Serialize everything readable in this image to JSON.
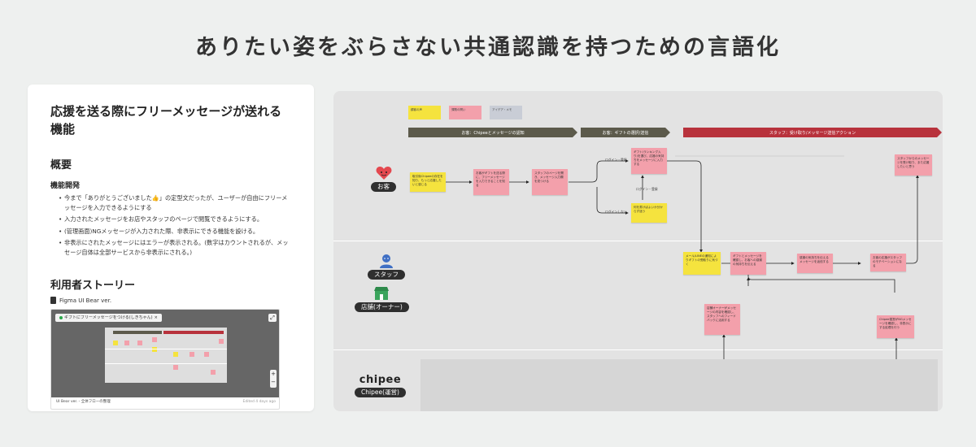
{
  "headline": "ありたい姿をぶらさない共通認識を持つための言語化",
  "doc": {
    "title": "応援を送る際にフリーメッセージが送れる機能",
    "overview_heading": "概要",
    "feature_heading": "機能開発",
    "bullets": [
      "今まで「ありがとうございました👍」の定型文だったが、ユーザーが自由にフリーメッセージを入力できるようにする",
      "入力されたメッセージをお店やスタッフのページで閲覧できるようにする。",
      "(管理画面)NGメッセージが入力された際、非表示にできる機能を設ける。",
      "非表示にされたメッセージにはエラーが表示される。(数字はカウントされるが、メッセージ自体は全部サービスから非表示にされる。)"
    ],
    "user_story_heading": "利用者ストーリー",
    "figma_link": "Figma UI Bear ver.",
    "embed": {
      "chip": "ギフトにフリーメッセージをつける(しきちゃん)",
      "chip_close": "×",
      "expand": "⤢",
      "zoom": "+\n−",
      "footer_left": "UI Bear ver. - 全体フローの整理",
      "footer_right": "Edited 4 days ago"
    }
  },
  "board": {
    "legend": [
      {
        "text": "顧客の声",
        "color": "#f5e33e"
      },
      {
        "text": "課題の問い",
        "color": "#f3a0ab"
      },
      {
        "text": "アイデア・メモ",
        "color": "#c9cdd6"
      }
    ],
    "phases": [
      {
        "label": "お客：Chipeeとメッセージの認知",
        "color": "#5c5a4b"
      },
      {
        "label": "お客：ギフトの選択/送信",
        "color": "#5c5a4b"
      },
      {
        "label": "スタッフ：受け取り/メッセージ送信アクション",
        "color": "#b8323c"
      }
    ],
    "actors": {
      "customer": "お客",
      "staff": "スタッフ",
      "store": "店舗(オーナー)",
      "brand": "chipee",
      "ops": "Chipee(運営)"
    },
    "stickies": [
      {
        "id": "s1",
        "color": "yellow",
        "text": "取引後Chipeeの存在を知り、もっと応援したいと感じる"
      },
      {
        "id": "s2",
        "color": "pink",
        "text": "お客がギフトを送る際に、フリーメッセージを入力できることを知る"
      },
      {
        "id": "s3",
        "color": "pink",
        "text": "スタッフのページを開き、メッセージ入力欄を見つける"
      },
      {
        "id": "s4",
        "color": "pink",
        "text": "ギフト(ランキング入り)を選び、応援の気持ちをメッセージに入力する"
      },
      {
        "id": "s5",
        "color": "yellow",
        "text": "何を書けばよいか分からず迷う"
      },
      {
        "id": "s6",
        "color": "pink",
        "text": "スタッフからのメッセージを受け取り、また応援したいと思う"
      },
      {
        "id": "s7",
        "color": "yellow",
        "text": "メール/LINEの通知によりギフトの受取りに気づく"
      },
      {
        "id": "s8",
        "color": "pink",
        "text": "ギフトとメッセージを確認し、お客への感謝の気持ちを伝える"
      },
      {
        "id": "s9",
        "color": "pink",
        "text": "感謝の気持ちを伝えるメッセージを返信する"
      },
      {
        "id": "s10",
        "color": "pink",
        "text": "お客の応援がスタッフのモチベーションになる"
      },
      {
        "id": "s11",
        "color": "pink",
        "text": "店舗オーナーがメッセージの内容を確認し、スタッフへのフィードバックに活用する"
      },
      {
        "id": "s12",
        "color": "pink",
        "text": "Chipee運営がNGメッセージを確認し、非表示にする処理を行う"
      }
    ],
    "edge_labels": {
      "login": "ログイン・登録",
      "nologin": "ログインしない",
      "loginreg": "ログイン・登録"
    }
  }
}
